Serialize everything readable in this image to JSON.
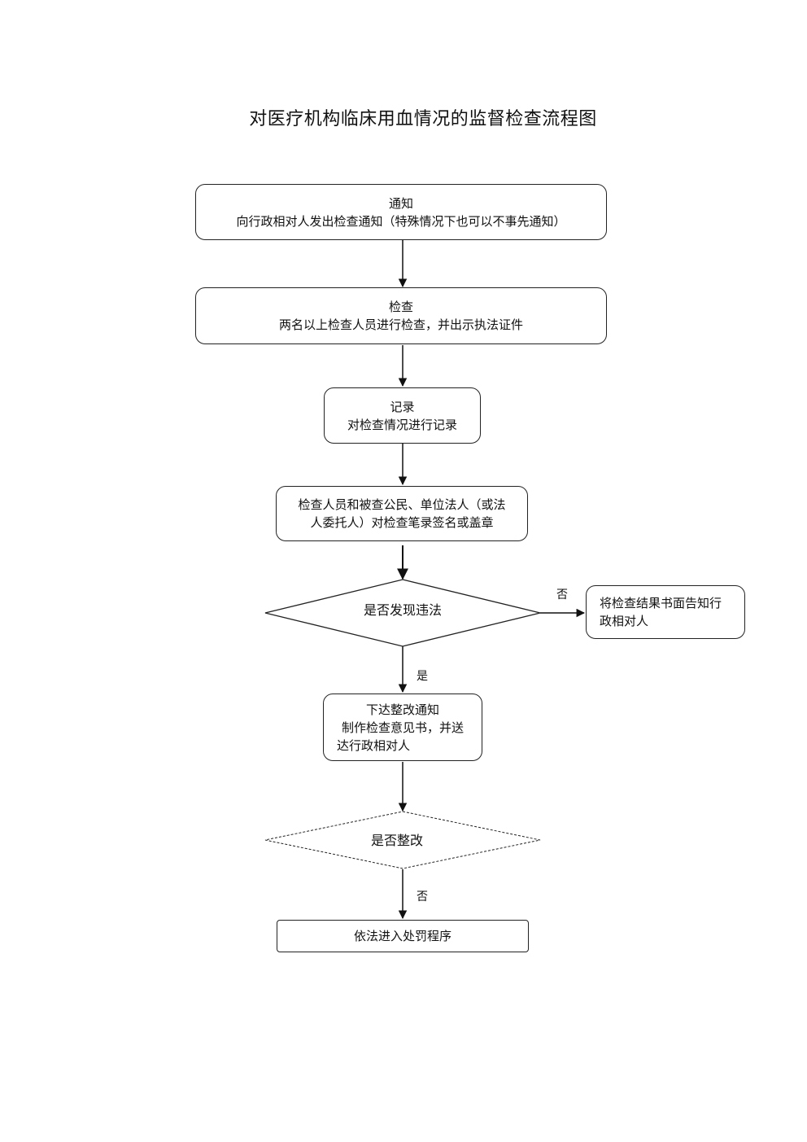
{
  "title": "对医疗机构临床用血情况的监督检查流程图",
  "steps": {
    "notify": {
      "title": "通知",
      "desc": "向行政相对人发出检查通知（特殊情况下也可以不事先通知）"
    },
    "inspect": {
      "title": "检查",
      "desc": "两名以上检查人员进行检查，并出示执法证件"
    },
    "record": {
      "title": "记录",
      "desc": "对检查情况进行记录"
    },
    "sign": {
      "line1": "检查人员和被查公民、单位法人（或法",
      "line2": "人委托人）对检查笔录签名或盖章"
    },
    "decision_violation": "是否发现违法",
    "inform": {
      "line1": "将检查结果书面告知行",
      "line2": "政相对人"
    },
    "rectify_notice": {
      "title": "下达整改通知",
      "line1": "制作检查意见书，并送",
      "line2": "达行政相对人"
    },
    "decision_rectified": "是否整改",
    "penalty": "依法进入处罚程序"
  },
  "edge_labels": {
    "no_violation": "否",
    "yes_violation": "是",
    "not_rectified": "否"
  }
}
